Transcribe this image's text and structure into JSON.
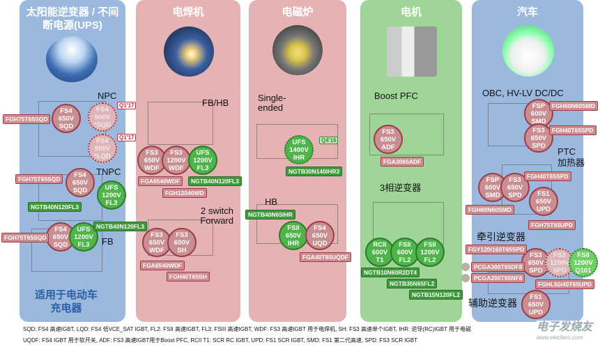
{
  "panels": [
    {
      "title": "太阳能逆变器 / 不间断电源(UPS)",
      "texts": [
        "NPC",
        "TNPC",
        "FB",
        "适用于电动车",
        "充电器"
      ],
      "circles": [
        [
          "FS4",
          "650V",
          "SQD"
        ],
        [
          "FS4",
          "900V",
          "*SQD"
        ],
        [
          "FS4",
          "900V",
          "*LQD"
        ],
        [
          "FS4",
          "650V",
          "SQD"
        ],
        [
          "UFS",
          "1200V",
          "FL3"
        ],
        [
          "FS4",
          "650V",
          "SQD"
        ],
        [
          "UFS",
          "1200V",
          "FL3"
        ]
      ],
      "labels": [
        "FGH75T65SQD",
        "FGH75T65SQD",
        "NGTB40N120FL3",
        "FGH75T65SQD",
        "NGTB40N120FL3"
      ],
      "tags": [
        "Q1'17",
        "Q1'17"
      ]
    },
    {
      "title": "电焊机",
      "texts": [
        "FB/HB",
        "2 switch",
        "Forward"
      ],
      "circles": [
        [
          "FS3",
          "650V",
          "WDF"
        ],
        [
          "FS3",
          "1200V",
          "WDF"
        ],
        [
          "UFS",
          "1200V",
          "FL3"
        ],
        [
          "FS3",
          "650V",
          "WDF"
        ],
        [
          "FS3",
          "650V",
          "SH"
        ]
      ],
      "labels": [
        "FGA6540WDF",
        "NGTB40N120FL3",
        "FGH12040WD",
        "FGA6540WDF",
        "FGH40T65SH"
      ]
    },
    {
      "title": "电磁炉",
      "texts": [
        "Single-",
        "ended",
        "HB"
      ],
      "circles": [
        [
          "UFS",
          "1400V",
          "IHR"
        ],
        [
          "FSII",
          "650V",
          "IHR"
        ],
        [
          "FS4",
          "650V",
          "UQD"
        ]
      ],
      "labels": [
        "NGTB30N140IHR3",
        "NGTB40N65IHR",
        "FGA40T65UQDF"
      ],
      "tags": [
        "Q4'16"
      ]
    },
    {
      "title": "电机",
      "texts": [
        "Boost PFC",
        "3相逆变器"
      ],
      "circles": [
        [
          "FS3",
          "650V",
          "ADF"
        ],
        [
          "RCII",
          "600V",
          "T1"
        ],
        [
          "FSII",
          "600V",
          "FL2"
        ],
        [
          "FSII",
          "1200V",
          "FL2"
        ]
      ],
      "labels": [
        "FGA3065ADF",
        "NGTB10N60R2DT4",
        "NGTB35N65FL2",
        "NGTB15N120FL2"
      ]
    },
    {
      "title": "汽车",
      "texts": [
        "OBC, HV-LV DC/DC",
        "PTC",
        "加热器",
        "牵引逆变器",
        "辅助逆变器"
      ],
      "circles": [
        [
          "FSP",
          "600V",
          "SMD"
        ],
        [
          "FS3",
          "650V",
          "SPD"
        ],
        [
          "FSP",
          "600V",
          "SMD"
        ],
        [
          "FS3",
          "650V",
          "SPD"
        ],
        [
          "FS1",
          "650V",
          "UPD"
        ],
        [
          "FS3",
          "650V",
          "SPD"
        ],
        [
          "FS3",
          "1200V",
          "SPD"
        ],
        [
          "FSII",
          "1200V",
          "Q101"
        ],
        [
          "FS1",
          "650V",
          "UPD"
        ]
      ],
      "labels": [
        "FGH60N60SMD",
        "FGH40T65SPD",
        "FGH40T65SPD",
        "FGH60N60SMD",
        "FGH75T65UPD",
        "FGY120/160T65SPD",
        "PCGA300T65DF8",
        "PCGA200T65NF8",
        "FGHL50/40T65UPD"
      ]
    }
  ],
  "footnote": {
    "line1": "SQD: FS4 高速IGBT, LQD: FS4 低VCE_SAT IGBT, FL2: FSII 高速IGBT, FL3: FSIII 高速IGBT, WDF: FS3 高速IGBT 用于电焊机, SH: FS3 高速单个IGBT, IHR: 逆导(RC)IGBT 用于电磁",
    "line2": "UQDF: FS4 IGBT 用于软开关, ADF: FS3 高速IGBT用于Boost PFC, RCII T1: SCR RC IGBT, UPD: FS1 SCR IGBT, SMD: FS1 第二代高速, SPD: FS3 SCR IGBT"
  },
  "watermark": {
    "text": "电子发烧友",
    "url": "www.elecfans.com"
  }
}
